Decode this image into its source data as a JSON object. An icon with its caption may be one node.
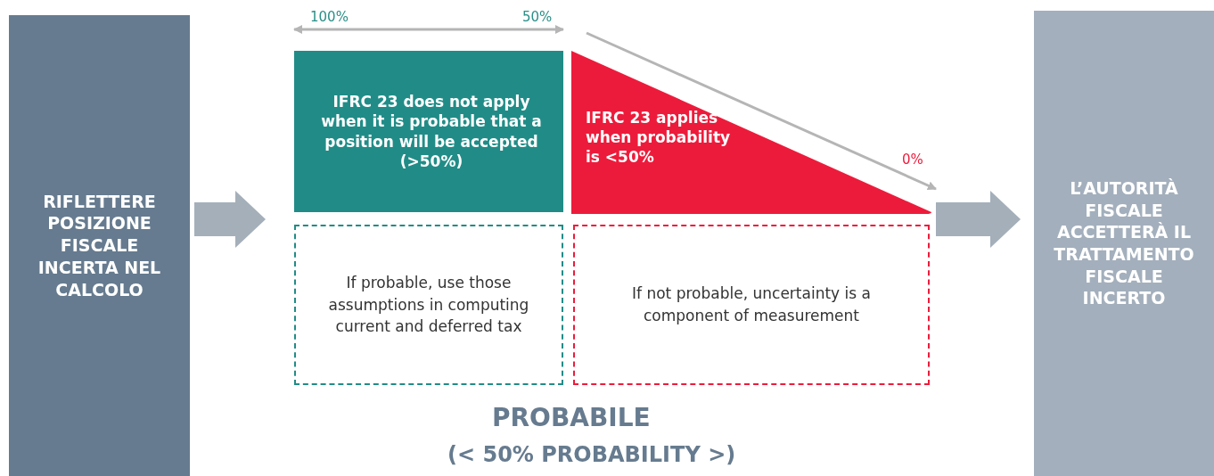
{
  "diagram": {
    "nodes": [
      {
        "text": [
          "RIFLETTERE POSIZIONE FISCALE INCERTA NEL CALCOLO"
        ]
      },
      {
        "text": [
          "IFRC 23 does not apply when it is probable that a position will be accepted (>50%)"
        ]
      },
      {
        "text": [
          "IFRC 23 applies when probability is <50%"
        ]
      },
      {
        "text": [
          "If probable, use those assumptions in computing current and deferred tax"
        ]
      },
      {
        "text": [
          "If not probable, uncertainty is a component of measurement"
        ]
      },
      {
        "text": [
          "L’AUTORITÀ FISCALE ACCETTERÀ IL TRATTAMENTO FISCALE INCERTO"
        ]
      }
    ],
    "edges": [
      {
        "from": 0,
        "to": 1,
        "arrow": "to",
        "style": "thick"
      },
      {
        "from": 2,
        "to": 5,
        "arrow": "to",
        "style": "thick"
      }
    ],
    "labels": [
      "100%",
      "50%",
      "0%",
      "PROBABILE",
      "(< 50% PROBABILITY >)"
    ]
  }
}
